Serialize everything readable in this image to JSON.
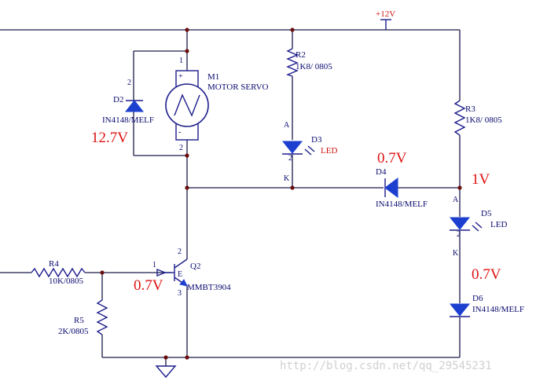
{
  "power": {
    "label": "+12V"
  },
  "motor": {
    "ref": "M1",
    "value": "MOTOR SERVO",
    "pin1": "1",
    "pin2": "2"
  },
  "d2": {
    "ref": "D2",
    "value": "IN4148/MELF",
    "pin": "2"
  },
  "r2": {
    "ref": "R2",
    "value": "1K8/ 0805"
  },
  "d3": {
    "ref": "D3",
    "value": "LED",
    "anode": "A",
    "cathode": "K",
    "pin": "2"
  },
  "r3": {
    "ref": "R3",
    "value": "1K8/ 0805"
  },
  "d4": {
    "ref": "D4",
    "value": "IN4148/MELF"
  },
  "d5": {
    "ref": "D5",
    "value": "LED",
    "anode": "A",
    "cathode": "K",
    "pin": "2"
  },
  "d6": {
    "ref": "D6",
    "value": "IN4148/MELF"
  },
  "q2": {
    "ref": "Q2",
    "value": "MMBT3904",
    "pin1": "1",
    "pin2": "2",
    "pin3": "3",
    "emitter": "E"
  },
  "r4": {
    "ref": "R4",
    "value": "10K/0805"
  },
  "r5": {
    "ref": "R5",
    "value": "2K/0805"
  },
  "annotations": {
    "v_motor": "12.7V",
    "v_d4": "0.7V",
    "v_node": "1V",
    "v_base": "0.7V",
    "v_d6": "0.7V"
  },
  "watermark": "http://blog.csdn.net/qq_29545231"
}
